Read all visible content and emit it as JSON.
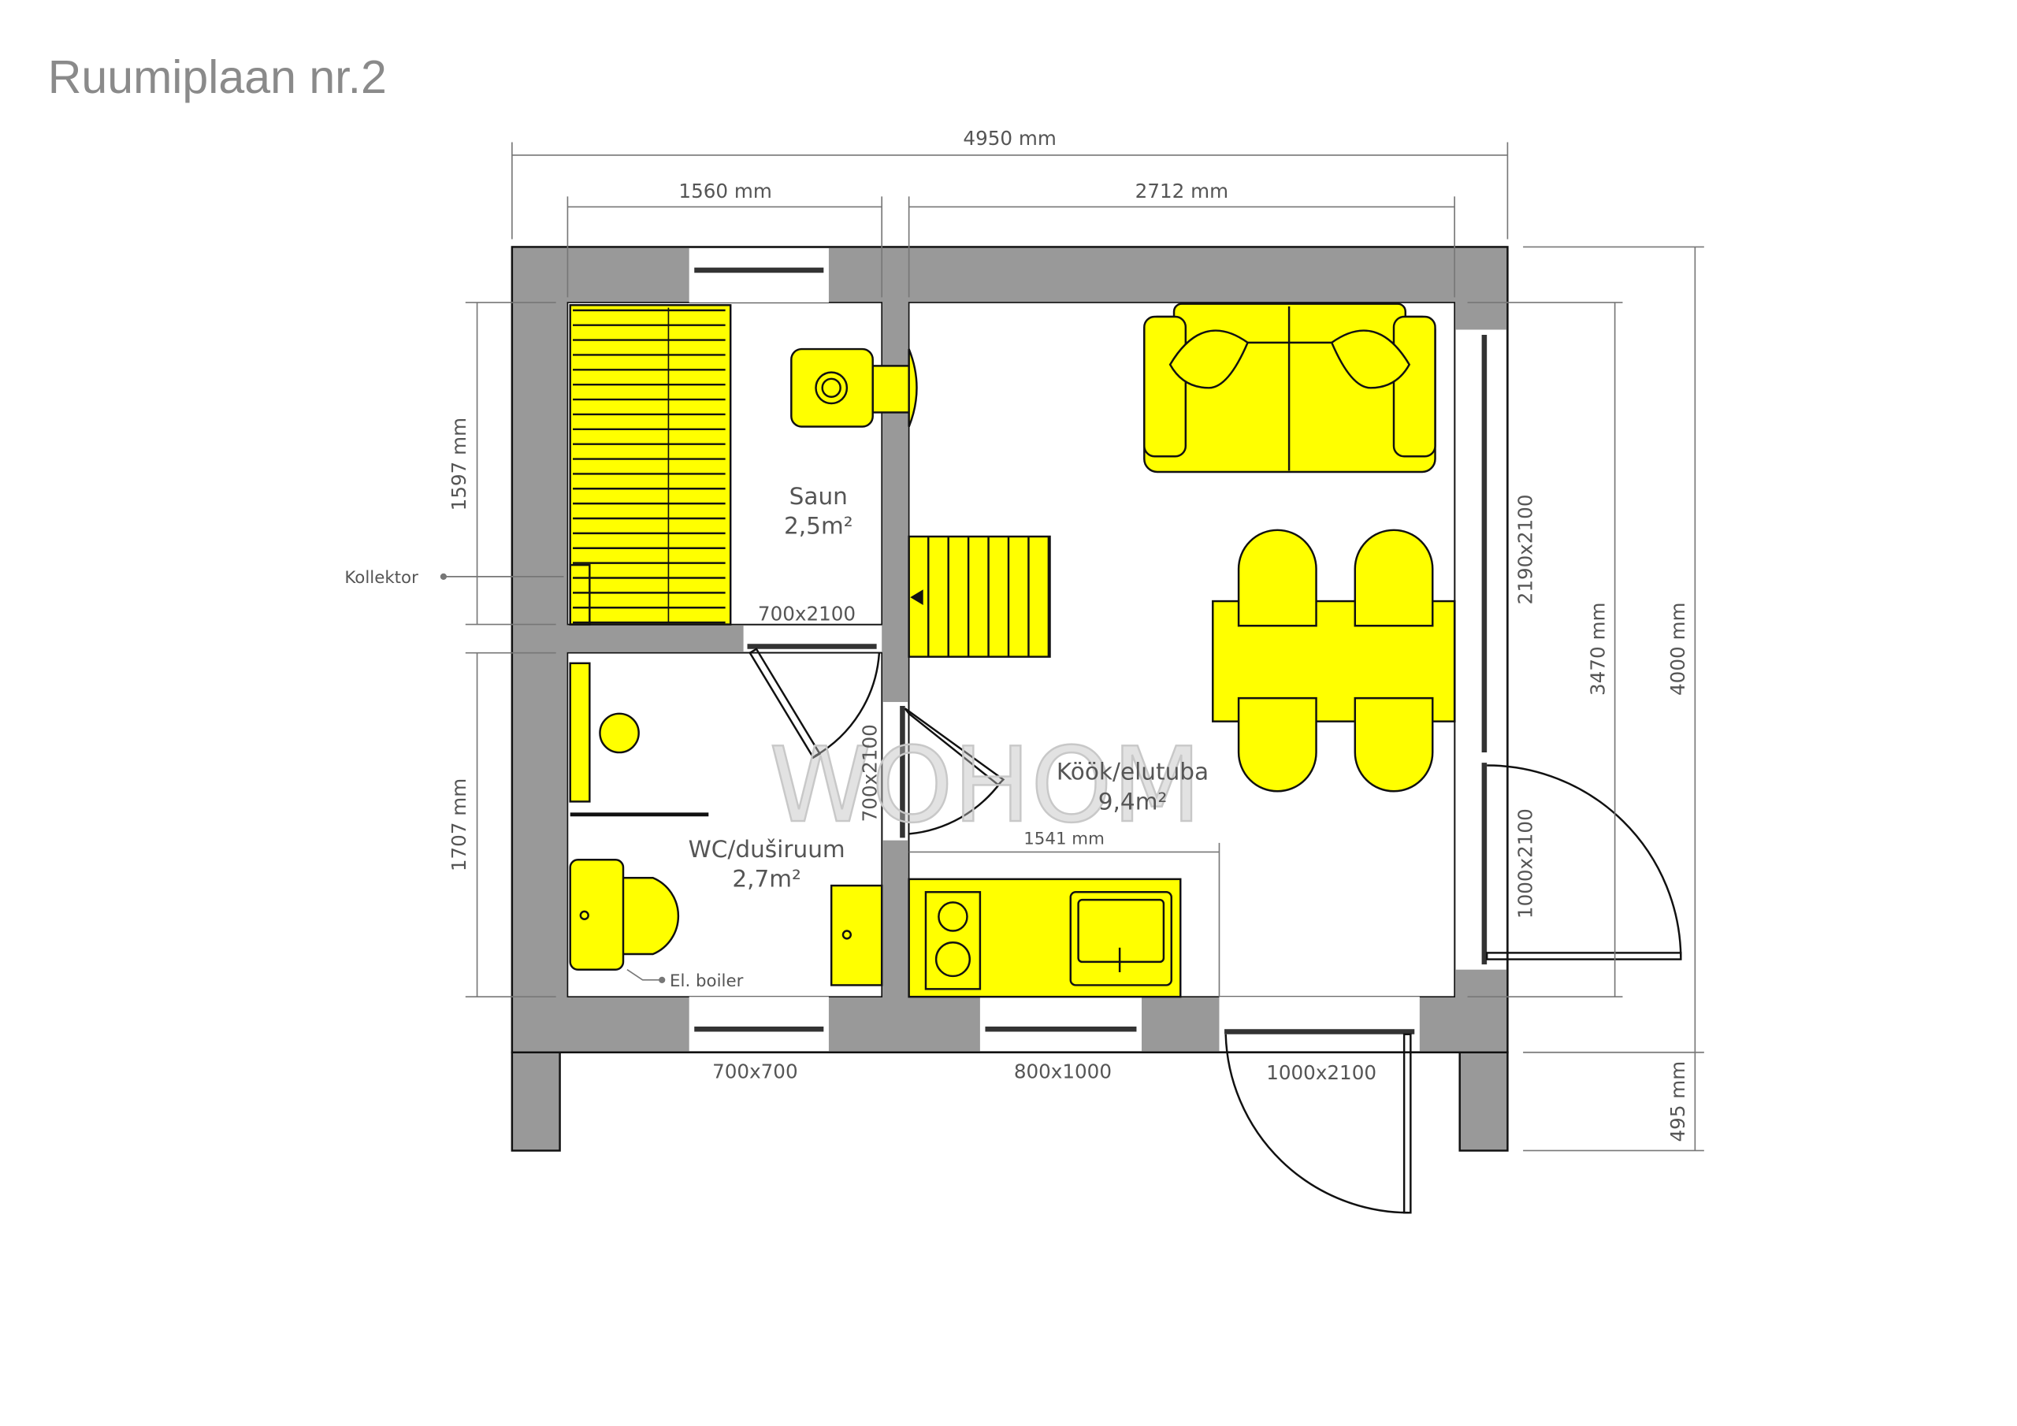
{
  "title": "Ruumiplaan nr.2",
  "watermark": "WOHOM",
  "colors": {
    "wall": "#999999",
    "furniture": "#ffff00",
    "text": "#555555"
  },
  "rooms": [
    {
      "name": "Saun",
      "area": "2,5m²"
    },
    {
      "name": "WC/duširuum",
      "area": "2,7m²"
    },
    {
      "name": "Köök/elutuba",
      "area": "9,4m²"
    }
  ],
  "dimensions": {
    "total_width": "4950 mm",
    "left_width": "1560 mm",
    "right_width": "2712 mm",
    "sauna_depth": "1597 mm",
    "wc_depth": "1707 mm",
    "inner_depth": "3470 mm",
    "total_depth": "4000 mm",
    "terrace": "495 mm",
    "kitchen_counter": "1541 mm"
  },
  "openings": {
    "sauna_door": "700x2100",
    "wc_door": "700x2100",
    "glass_wall": "2190x2100",
    "side_door": "1000x2100",
    "wc_window": "700x700",
    "kitchen_window": "800x1000",
    "front_door": "1000x2100"
  },
  "annotations": {
    "collector": "Kollektor",
    "boiler": "El. boiler"
  }
}
